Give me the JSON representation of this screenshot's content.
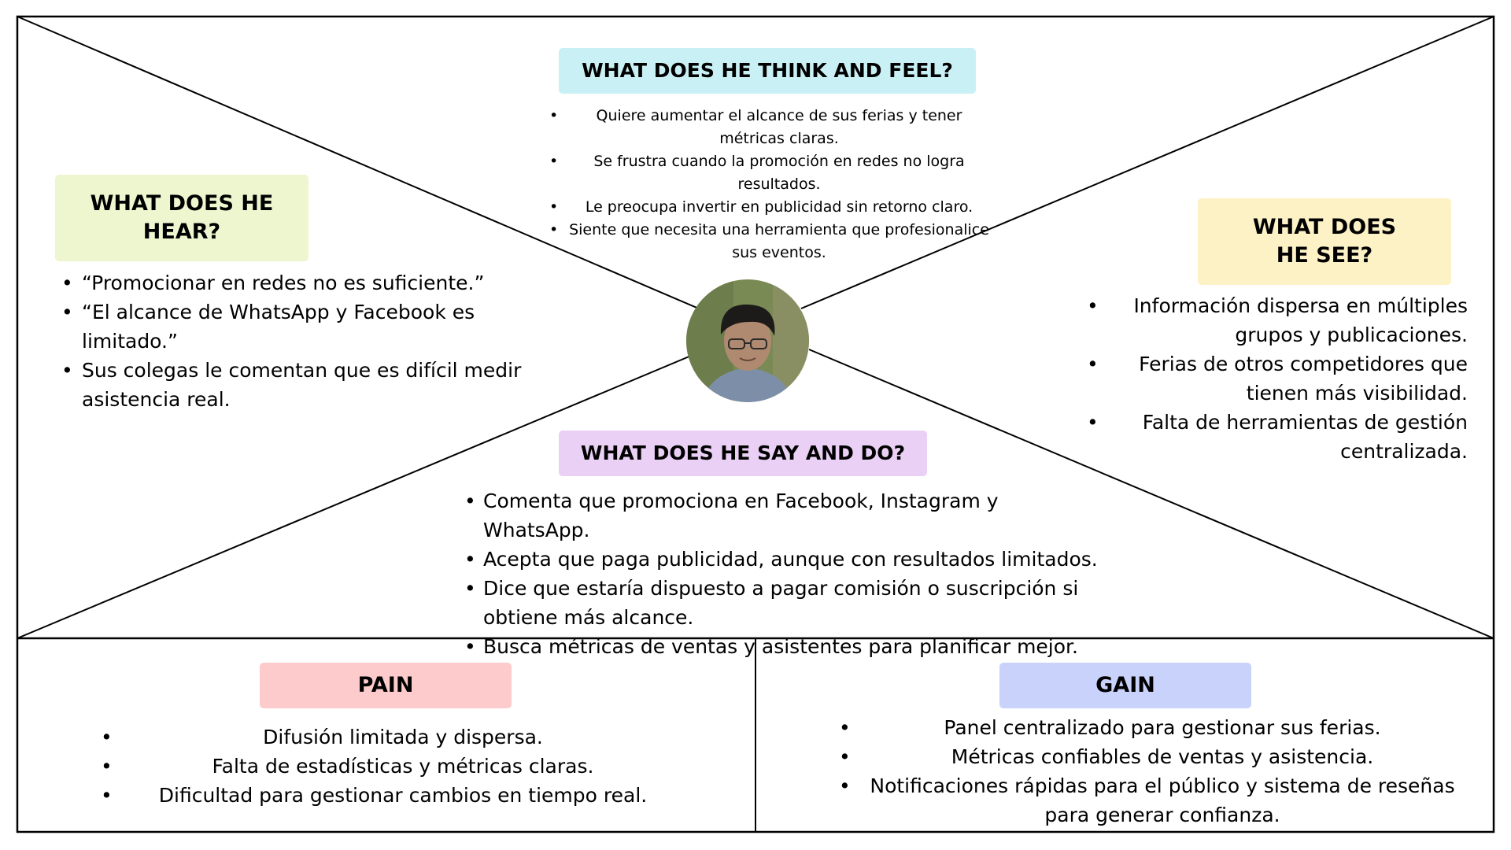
{
  "colors": {
    "line": "#000000",
    "think_bg": "#c9f1f5",
    "hear_bg": "#eef6cf",
    "see_bg": "#fdf2c6",
    "say_bg": "#ead0f5",
    "pain_bg": "#fdcbcb",
    "gain_bg": "#c9d2fb"
  },
  "think": {
    "title": "WHAT DOES HE THINK AND FEEL?",
    "items": [
      "Quiere aumentar el alcance de sus ferias y tener métricas claras.",
      "Se frustra cuando la promoción en redes no logra resultados.",
      "Le preocupa invertir en publicidad sin retorno claro.",
      "Siente que necesita una herramienta que profesionalice sus eventos."
    ]
  },
  "hear": {
    "title": "WHAT DOES HE HEAR?",
    "items": [
      "“Promocionar en redes no es suficiente.”",
      "“El alcance de WhatsApp y Facebook es limitado.”",
      "Sus colegas le comentan que es difícil medir asistencia real."
    ]
  },
  "see": {
    "title": "WHAT DOES HE SEE?",
    "items": [
      "Información dispersa en múltiples grupos y publicaciones.",
      "Ferias de otros competidores que tienen más visibilidad.",
      "Falta de herramientas de gestión centralizada."
    ]
  },
  "say": {
    "title": "WHAT DOES HE SAY AND DO?",
    "items": [
      "Comenta que promociona en Facebook, Instagram y WhatsApp.",
      "Acepta que paga publicidad, aunque con resultados limitados.",
      "Dice que estaría dispuesto a pagar comisión o suscripción si obtiene más alcance.",
      "Busca métricas de ventas y asistentes para planificar mejor."
    ]
  },
  "pain": {
    "title": "PAIN",
    "items": [
      "Difusión limitada y dispersa.",
      "Falta de estadísticas y métricas claras.",
      "Dificultad para gestionar cambios en tiempo real."
    ]
  },
  "gain": {
    "title": "GAIN",
    "items": [
      "Panel centralizado para gestionar sus ferias.",
      "Métricas confiables de ventas y asistencia.",
      "Notificaciones rápidas para el público y sistema de reseñas para generar confianza."
    ]
  },
  "avatar": {
    "icon": "person-photo-avatar"
  }
}
